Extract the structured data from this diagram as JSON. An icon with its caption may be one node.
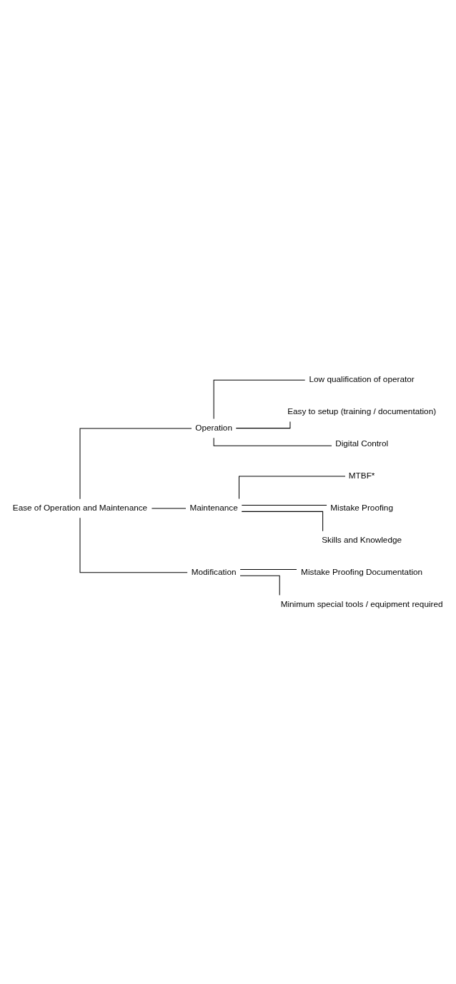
{
  "diagram": {
    "nodes": [
      {
        "text": [
          "Ease of Operation and Maintenance"
        ]
      },
      {
        "text": [
          "Operation"
        ]
      },
      {
        "text": [
          "Maintenance"
        ]
      },
      {
        "text": [
          "Modification"
        ]
      },
      {
        "text": [
          "Low qualification of operator"
        ]
      },
      {
        "text": [
          "Easy to setup (training / documentation)"
        ]
      },
      {
        "text": [
          "Digital Control"
        ]
      },
      {
        "text": [
          "MTBF*"
        ]
      },
      {
        "text": [
          "Mistake Proofing"
        ]
      },
      {
        "text": [
          "Skills and Knowledge"
        ]
      },
      {
        "text": [
          "Mistake Proofing Documentation"
        ]
      },
      {
        "text": [
          "Minimum special tools / equipment required"
        ]
      }
    ],
    "edges": [
      {
        "from": 0,
        "to": 1,
        "arrow": "none"
      },
      {
        "from": 0,
        "to": 2,
        "arrow": "none"
      },
      {
        "from": 0,
        "to": 3,
        "arrow": "none"
      },
      {
        "from": 1,
        "to": 4,
        "arrow": "none"
      },
      {
        "from": 1,
        "to": 5,
        "arrow": "none"
      },
      {
        "from": 1,
        "to": 6,
        "arrow": "none"
      },
      {
        "from": 2,
        "to": 7,
        "arrow": "none"
      },
      {
        "from": 2,
        "to": 8,
        "arrow": "none"
      },
      {
        "from": 2,
        "to": 9,
        "arrow": "none"
      },
      {
        "from": 3,
        "to": 10,
        "arrow": "none"
      },
      {
        "from": 3,
        "to": 11,
        "arrow": "none"
      }
    ]
  }
}
